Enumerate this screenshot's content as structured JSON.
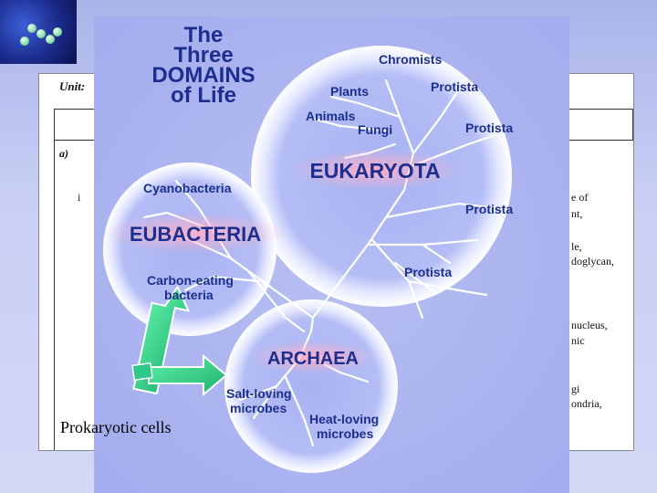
{
  "title_lines": [
    "The",
    "Three",
    "DOMAINS",
    "of Life"
  ],
  "domains": {
    "eukaryota": "EUKARYOTA",
    "eubacteria": "EUBACTERIA",
    "archaea": "ARCHAEA"
  },
  "eukaryota_labels": {
    "chromists": "Chromists",
    "plants": "Plants",
    "protista_top": "Protista",
    "animals": "Animals",
    "fungi": "Fungi",
    "protista_right": "Protista",
    "protista_mid": "Protista",
    "protista_bottom": "Protista"
  },
  "eubacteria_labels": {
    "cyanobacteria": "Cyanobacteria",
    "carbon_eating_1": "Carbon-eating",
    "carbon_eating_2": "bacteria"
  },
  "archaea_labels": {
    "salt_1": "Salt-loving",
    "salt_2": "microbes",
    "heat_1": "Heat-loving",
    "heat_2": "microbes"
  },
  "caption": "Prokaryotic cells",
  "document": {
    "unit": "Unit:",
    "a": "a)",
    "i": "i",
    "right_fragments": [
      "e of",
      "nt,",
      "le,",
      "doglycan,",
      "nucleus,",
      "nic",
      "gi",
      "ondria,"
    ]
  }
}
